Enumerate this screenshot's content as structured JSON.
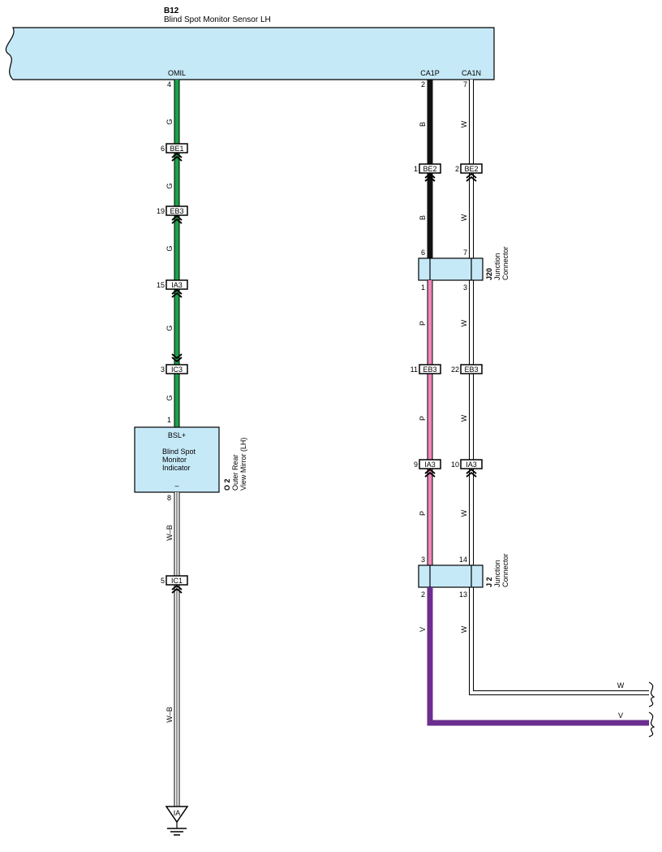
{
  "component_b12": {
    "code": "B12",
    "name": "Blind Spot Monitor Sensor LH"
  },
  "pins_top": {
    "omil": "OMIL",
    "ca1p": "CA1P",
    "ca1n": "CA1N"
  },
  "pin_numbers": {
    "omil": "4",
    "ca1p": "2",
    "ca1n": "7",
    "be1": "6",
    "eb3_left": "19",
    "ia3_left": "15",
    "ic3": "3",
    "bsl": "1",
    "be2_b": "1",
    "be2_w": "2",
    "j20_top_b": "6",
    "j20_top_w": "7",
    "j20_bot_p": "1",
    "j20_bot_w": "3",
    "eb3_p": "11",
    "eb3_w": "22",
    "ia3_p": "9",
    "ia3_w": "10",
    "j2_top_p": "3",
    "j2_top_w": "14",
    "j2_bot_v": "2",
    "j2_bot_w": "13",
    "minus": "8",
    "ic1": "5"
  },
  "connectors": {
    "be1": "BE1",
    "eb3": "EB3",
    "ia3": "IA3",
    "ic3": "IC3",
    "be2": "BE2",
    "ic1": "IC1",
    "ground": "IA"
  },
  "wire_colors": {
    "g": "G",
    "b": "B",
    "w": "W",
    "p": "P",
    "v": "V",
    "wb": "W–B"
  },
  "indicator": {
    "pin_plus": "BSL+",
    "pin_minus": "–",
    "title_lines": [
      "Blind Spot",
      "Monitor",
      "Indicator"
    ],
    "code": "O 2",
    "location_lines": [
      "Outer Rear",
      "View Mirror (LH)"
    ]
  },
  "junction_j20": {
    "code": "J20",
    "lines": [
      "Junction",
      "Connector"
    ]
  },
  "junction_j2": {
    "code": "J 2",
    "lines": [
      "Junction",
      "Connector"
    ]
  },
  "continuation": {
    "w": "W",
    "v": "V"
  },
  "colors": {
    "component_fill": "#c6e9f8",
    "green": "#1aa34a",
    "black": "#111111",
    "pink": "#ee86b8",
    "violet": "#6b2d8e",
    "white_wire": "#ffffff",
    "outline": "#000000"
  }
}
